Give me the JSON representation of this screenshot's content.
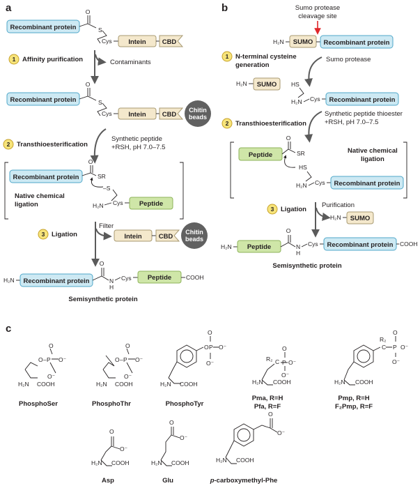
{
  "panels": {
    "a": "a",
    "b": "b",
    "c": "c"
  },
  "colors": {
    "protein_fill": "#cde9f3",
    "protein_stroke": "#4fa7c9",
    "intein_fill": "#f4e8cc",
    "intein_stroke": "#a89a72",
    "peptide_fill": "#cfe6a8",
    "peptide_stroke": "#8cb35a",
    "step_fill": "#f7e47a",
    "step_stroke": "#c6a12a",
    "beads_fill": "#616161",
    "arrow": "#5a5a5a",
    "red_arrow": "#e0262a"
  },
  "labels": {
    "recombinant_protein": "Recombinant protein",
    "intein": "Intein",
    "cbd": "CBD",
    "peptide": "Peptide",
    "sumo": "SUMO",
    "chitin_line1": "Chitin",
    "chitin_line2": "beads",
    "cys": "Cys",
    "s": "S",
    "s_minus": "–S",
    "sr": "SR",
    "hs": "HS",
    "h2n": "H₂N",
    "nh": "N",
    "h": "H",
    "o": "O",
    "cooh": "COOH"
  },
  "panel_a": {
    "step1": {
      "num": "1",
      "label": "Affinity purification"
    },
    "contaminants": "Contaminants",
    "step2": {
      "num": "2",
      "label": "Transthioesterification"
    },
    "reagent_line1": "Synthetic peptide",
    "reagent_line2": "+RSH, pH 7.0–7.5",
    "ncl_line1": "Native chemical",
    "ncl_line2": "ligation",
    "filter": "Filter",
    "step3": {
      "num": "3",
      "label": "Ligation"
    },
    "product": "Semisynthetic protein"
  },
  "panel_b": {
    "cleavage_line1": "Sumo protease",
    "cleavage_line2": "cleavage site",
    "step1": {
      "num": "1",
      "label_line1": "N-terminal cysteine",
      "label_line2": "generation"
    },
    "sumo_protease": "Sumo protease",
    "reagent_line1": "Synthetic peptide thioester",
    "reagent_line2": "+RSH, pH 7.0–7.5",
    "step2": {
      "num": "2",
      "label": "Transthioesterification"
    },
    "ncl_line1": "Native chemical",
    "ncl_line2": "ligation",
    "purification": "Purification",
    "step3": {
      "num": "3",
      "label": "Ligation"
    },
    "product": "Semisynthetic protein"
  },
  "panel_c": {
    "names": {
      "phosphoser": "PhosphoSer",
      "phosphothr": "PhosphoThr",
      "phosphotyr": "PhosphoTyr",
      "pma": "Pma, R=H",
      "pfa": "Pfa, R=F",
      "pmp": "Pmp, R=H",
      "f2pmp": "F₂Pmp, R=F",
      "asp": "Asp",
      "glu": "Glu",
      "pcmphe_prefix": "p",
      "pcmphe_rest": "-carboxymethyl-Phe"
    },
    "atoms": {
      "o": "O",
      "p": "P",
      "o_minus": "O⁻",
      "c": "C",
      "r2": "R₂",
      "h2n": "H₂N",
      "cooh": "COOH"
    }
  }
}
